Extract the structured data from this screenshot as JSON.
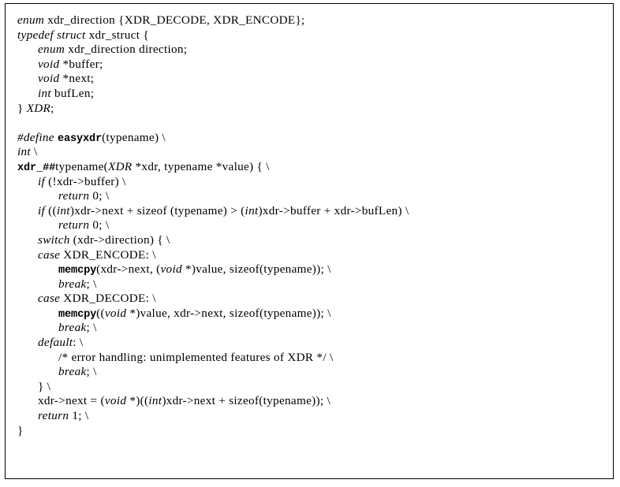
{
  "figure": {
    "kind": "code-listing",
    "language": "C",
    "border_color": "#000000",
    "background_color": "#ffffff",
    "text_color": "#000000"
  },
  "code": {
    "lines": [
      {
        "id": "line-1",
        "indent": 0,
        "tokens": [
          {
            "face": "kw",
            "text": "enum"
          },
          {
            "face": "id",
            "text": " xdr_direction {XDR_DECODE, XDR_ENCODE};"
          }
        ]
      },
      {
        "id": "line-2",
        "indent": 0,
        "tokens": [
          {
            "face": "kw",
            "text": "typedef struct"
          },
          {
            "face": "id",
            "text": " xdr_struct {"
          }
        ]
      },
      {
        "id": "line-3",
        "indent": 1,
        "tokens": [
          {
            "face": "kw",
            "text": "enum"
          },
          {
            "face": "id",
            "text": " xdr_direction direction;"
          }
        ]
      },
      {
        "id": "line-4",
        "indent": 1,
        "tokens": [
          {
            "face": "kw",
            "text": "void"
          },
          {
            "face": "id",
            "text": " *buffer;"
          }
        ]
      },
      {
        "id": "line-5",
        "indent": 1,
        "tokens": [
          {
            "face": "kw",
            "text": "void"
          },
          {
            "face": "id",
            "text": " *next;"
          }
        ]
      },
      {
        "id": "line-6",
        "indent": 1,
        "tokens": [
          {
            "face": "kw",
            "text": "int"
          },
          {
            "face": "id",
            "text": " bufLen;"
          }
        ]
      },
      {
        "id": "line-7",
        "indent": 0,
        "tokens": [
          {
            "face": "id",
            "text": "} "
          },
          {
            "face": "ital",
            "text": "XDR"
          },
          {
            "face": "id",
            "text": ";"
          }
        ]
      },
      {
        "id": "line-8",
        "indent": 0,
        "blank": true,
        "tokens": []
      },
      {
        "id": "line-9",
        "indent": 0,
        "tokens": [
          {
            "face": "kw",
            "text": "#define"
          },
          {
            "face": "id",
            "text": " "
          },
          {
            "face": "mono",
            "text": "easyxdr"
          },
          {
            "face": "id",
            "text": "(typename) \\"
          }
        ]
      },
      {
        "id": "line-10",
        "indent": 0,
        "tokens": [
          {
            "face": "kw",
            "text": "int"
          },
          {
            "face": "id",
            "text": " \\"
          }
        ]
      },
      {
        "id": "line-11",
        "indent": 0,
        "tokens": [
          {
            "face": "mono",
            "text": "xdr_##"
          },
          {
            "face": "id",
            "text": "typename("
          },
          {
            "face": "ital",
            "text": "XDR"
          },
          {
            "face": "id",
            "text": " *xdr, typename *value) { \\"
          }
        ]
      },
      {
        "id": "line-12",
        "indent": 1,
        "tokens": [
          {
            "face": "kw",
            "text": "if"
          },
          {
            "face": "id",
            "text": " (!xdr->buffer) \\"
          }
        ]
      },
      {
        "id": "line-13",
        "indent": 2,
        "tokens": [
          {
            "face": "kw",
            "text": "return"
          },
          {
            "face": "id",
            "text": " 0; \\"
          }
        ]
      },
      {
        "id": "line-14",
        "indent": 1,
        "tokens": [
          {
            "face": "kw",
            "text": "if"
          },
          {
            "face": "id",
            "text": " (("
          },
          {
            "face": "ital",
            "text": "int"
          },
          {
            "face": "id",
            "text": ")xdr->next + sizeof (typename) > ("
          },
          {
            "face": "ital",
            "text": "int"
          },
          {
            "face": "id",
            "text": ")xdr->buffer + xdr->bufLen) \\"
          }
        ]
      },
      {
        "id": "line-15",
        "indent": 2,
        "tokens": [
          {
            "face": "kw",
            "text": "return"
          },
          {
            "face": "id",
            "text": " 0; \\"
          }
        ]
      },
      {
        "id": "line-16",
        "indent": 1,
        "tokens": [
          {
            "face": "kw",
            "text": "switch"
          },
          {
            "face": "id",
            "text": " (xdr->direction) { \\"
          }
        ]
      },
      {
        "id": "line-17",
        "indent": 1,
        "tokens": [
          {
            "face": "kw",
            "text": "case"
          },
          {
            "face": "id",
            "text": " XDR_ENCODE: \\"
          }
        ]
      },
      {
        "id": "line-18",
        "indent": 2,
        "tokens": [
          {
            "face": "mono",
            "text": "memcpy"
          },
          {
            "face": "id",
            "text": "(xdr->next, ("
          },
          {
            "face": "ital",
            "text": "void"
          },
          {
            "face": "id",
            "text": " *)value, sizeof(typename)); \\"
          }
        ]
      },
      {
        "id": "line-19",
        "indent": 2,
        "tokens": [
          {
            "face": "kw",
            "text": "break"
          },
          {
            "face": "id",
            "text": "; \\"
          }
        ]
      },
      {
        "id": "line-20",
        "indent": 1,
        "tokens": [
          {
            "face": "kw",
            "text": "case"
          },
          {
            "face": "id",
            "text": " XDR_DECODE: \\"
          }
        ]
      },
      {
        "id": "line-21",
        "indent": 2,
        "tokens": [
          {
            "face": "mono",
            "text": "memcpy"
          },
          {
            "face": "id",
            "text": "(("
          },
          {
            "face": "ital",
            "text": "void"
          },
          {
            "face": "id",
            "text": " *)value, xdr->next, sizeof(typename)); \\"
          }
        ]
      },
      {
        "id": "line-22",
        "indent": 2,
        "tokens": [
          {
            "face": "kw",
            "text": "break"
          },
          {
            "face": "id",
            "text": "; \\"
          }
        ]
      },
      {
        "id": "line-23",
        "indent": 1,
        "tokens": [
          {
            "face": "kw",
            "text": "default"
          },
          {
            "face": "id",
            "text": ": \\"
          }
        ]
      },
      {
        "id": "line-24",
        "indent": 2,
        "tokens": [
          {
            "face": "cmt",
            "text": "/* error handling: unimplemented features of XDR */ \\"
          }
        ]
      },
      {
        "id": "line-25",
        "indent": 2,
        "tokens": [
          {
            "face": "kw",
            "text": "break"
          },
          {
            "face": "id",
            "text": "; \\"
          }
        ]
      },
      {
        "id": "line-26",
        "indent": 1,
        "tokens": [
          {
            "face": "id",
            "text": "} \\"
          }
        ]
      },
      {
        "id": "line-27",
        "indent": 1,
        "tokens": [
          {
            "face": "id",
            "text": "xdr->next = ("
          },
          {
            "face": "ital",
            "text": "void"
          },
          {
            "face": "id",
            "text": " *)(("
          },
          {
            "face": "ital",
            "text": "int"
          },
          {
            "face": "id",
            "text": ")xdr->next + sizeof(typename)); \\"
          }
        ]
      },
      {
        "id": "line-28",
        "indent": 1,
        "tokens": [
          {
            "face": "kw",
            "text": "return"
          },
          {
            "face": "id",
            "text": " 1; \\"
          }
        ]
      },
      {
        "id": "line-29",
        "indent": 0,
        "tokens": [
          {
            "face": "id",
            "text": "}"
          }
        ]
      }
    ]
  }
}
